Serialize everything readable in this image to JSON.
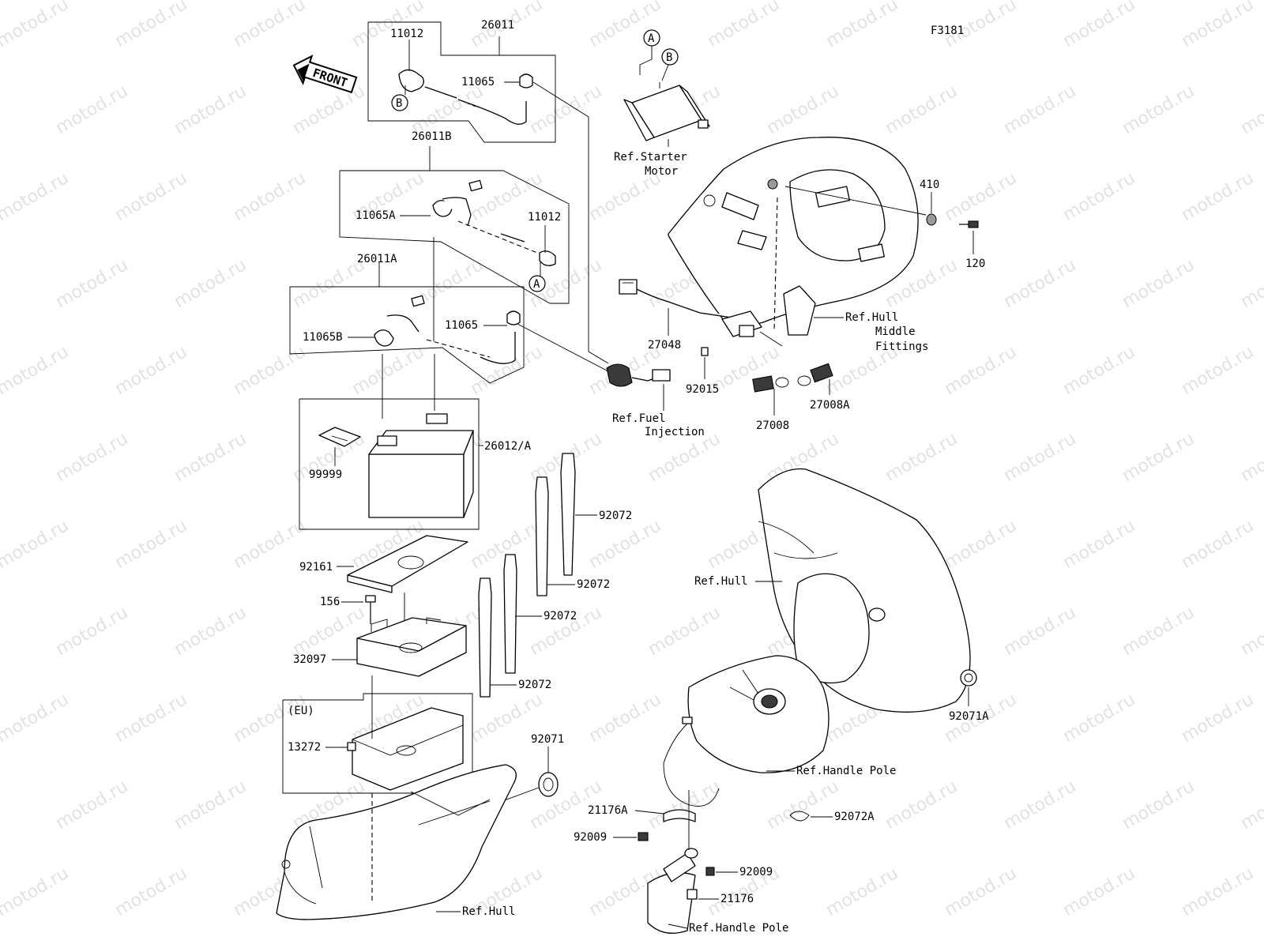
{
  "diagram_code": "F3181",
  "watermark": "motod.ru",
  "front_arrow_text": "FRONT",
  "callouts": {
    "A": "A",
    "B": "B"
  },
  "labels": {
    "p26011": "26011",
    "p11012_top": "11012",
    "p11065_top": "11065",
    "p26011B": "26011B",
    "p11065A": "11065A",
    "p11012_mid": "11012",
    "p26011A": "26011A",
    "p11065_mid": "11065",
    "p11065B": "11065B",
    "p26012A": "26012/A",
    "p99999": "99999",
    "p92161": "92161",
    "p156": "156",
    "p32097": "32097",
    "eu": "(EU)",
    "p13272": "13272",
    "p92072_1": "92072",
    "p92072_2": "92072",
    "p92072_3": "92072",
    "p92072_4": "92072",
    "p92071": "92071",
    "p410": "410",
    "p120": "120",
    "p27048": "27048",
    "p92015": "92015",
    "p27008": "27008",
    "p27008A": "27008A",
    "p92071A": "92071A",
    "p21176A": "21176A",
    "p92009_1": "92009",
    "p92072A": "92072A",
    "p92009_2": "92009",
    "p21176": "21176",
    "ref_starter_1": "Ref.Starter",
    "ref_starter_2": "Motor",
    "ref_hull_mid_1": "Ref.Hull",
    "ref_hull_mid_2": "Middle",
    "ref_hull_mid_3": "Fittings",
    "ref_fuel_1": "Ref.Fuel",
    "ref_fuel_2": "Injection",
    "ref_hull_right": "Ref.Hull",
    "ref_handle_pole_1": "Ref.Handle Pole",
    "ref_handle_pole_2": "Ref.Handle Pole",
    "ref_hull_bottom": "Ref.Hull"
  }
}
